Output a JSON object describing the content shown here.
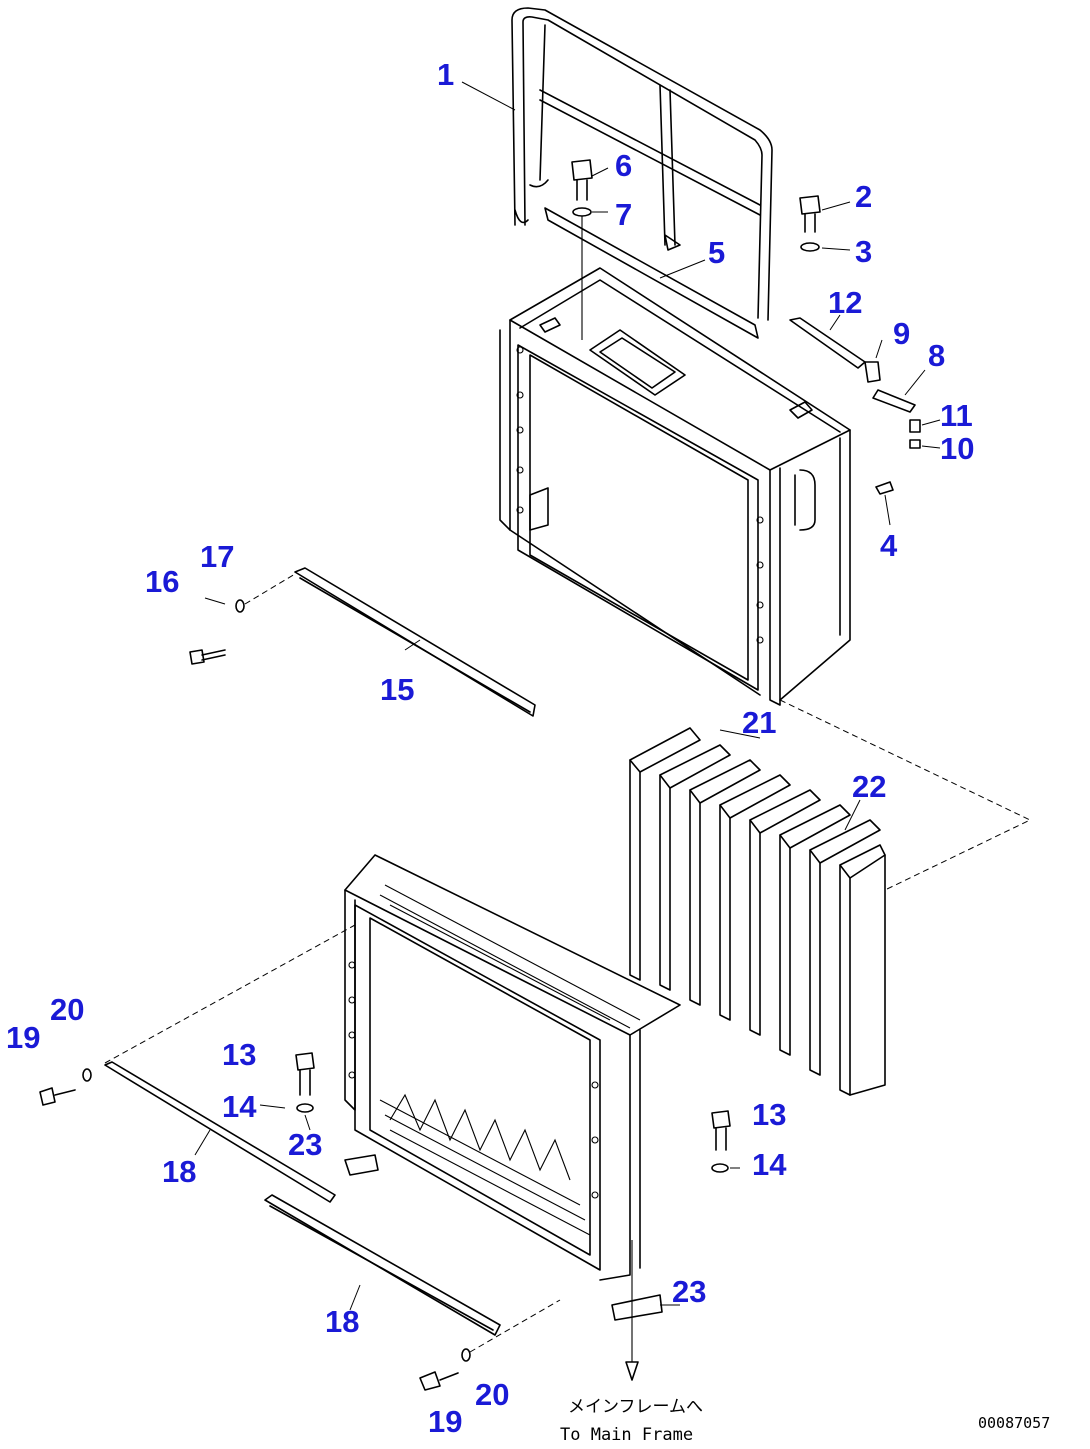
{
  "callouts": [
    {
      "id": "1",
      "text": "1"
    },
    {
      "id": "2",
      "text": "2"
    },
    {
      "id": "3",
      "text": "3"
    },
    {
      "id": "4",
      "text": "4"
    },
    {
      "id": "5",
      "text": "5"
    },
    {
      "id": "6",
      "text": "6"
    },
    {
      "id": "7",
      "text": "7"
    },
    {
      "id": "8",
      "text": "8"
    },
    {
      "id": "9",
      "text": "9"
    },
    {
      "id": "10",
      "text": "10"
    },
    {
      "id": "11",
      "text": "11"
    },
    {
      "id": "12",
      "text": "12"
    },
    {
      "id": "13a",
      "text": "13"
    },
    {
      "id": "13b",
      "text": "13"
    },
    {
      "id": "14a",
      "text": "14"
    },
    {
      "id": "14b",
      "text": "14"
    },
    {
      "id": "15",
      "text": "15"
    },
    {
      "id": "16",
      "text": "16"
    },
    {
      "id": "17",
      "text": "17"
    },
    {
      "id": "18a",
      "text": "18"
    },
    {
      "id": "18b",
      "text": "18"
    },
    {
      "id": "19a",
      "text": "19"
    },
    {
      "id": "19b",
      "text": "19"
    },
    {
      "id": "20a",
      "text": "20"
    },
    {
      "id": "20b",
      "text": "20"
    },
    {
      "id": "21",
      "text": "21"
    },
    {
      "id": "22",
      "text": "22"
    },
    {
      "id": "23a",
      "text": "23"
    },
    {
      "id": "23b",
      "text": "23"
    }
  ],
  "note": {
    "japanese": "メインフレームへ",
    "english": "To Main Frame"
  },
  "drawing_code": "00087057",
  "colors": {
    "callout": "#1a1ad6",
    "line": "#000000",
    "background": "#ffffff"
  }
}
